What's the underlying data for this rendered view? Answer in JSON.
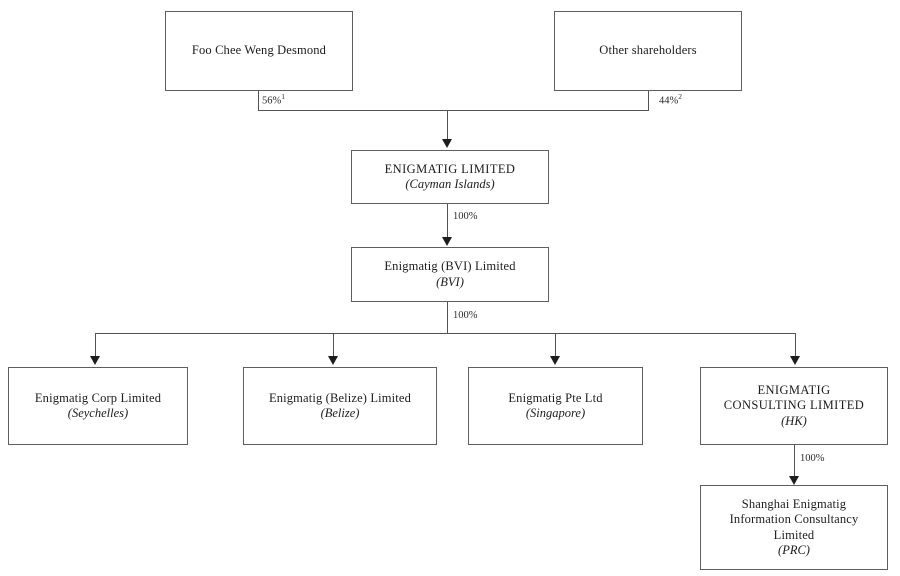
{
  "diagram": {
    "title": "Enigmatig group corporate structure chart",
    "line_color": "#4e5357",
    "box_border_color": "#5a5f63",
    "background": "#ffffff"
  },
  "nodes": {
    "shareholder_individual": {
      "name": "Foo Chee Weng Desmond",
      "jurisdiction": ""
    },
    "shareholder_other": {
      "name": "Other shareholders",
      "jurisdiction": ""
    },
    "parent": {
      "name": "ENIGMATIG LIMITED",
      "jurisdiction": "(Cayman Islands)"
    },
    "bvi": {
      "name": "Enigmatig (BVI) Limited",
      "jurisdiction": "(BVI)"
    },
    "seychelles": {
      "name": "Enigmatig Corp Limited",
      "jurisdiction": "(Seychelles)"
    },
    "belize": {
      "name": "Enigmatig (Belize) Limited",
      "jurisdiction": "(Belize)"
    },
    "singapore": {
      "name": "Enigmatig Pte Ltd",
      "jurisdiction": "(Singapore)"
    },
    "hongkong": {
      "name_line1": "ENIGMATIG",
      "name_line2": "CONSULTING LIMITED",
      "jurisdiction": "(HK)"
    },
    "prc": {
      "name_line1": "Shanghai Enigmatig",
      "name_line2": "Information Consultancy",
      "name_line3": "Limited",
      "jurisdiction": "(PRC)"
    }
  },
  "edges": {
    "individual_to_parent": {
      "percent": "56%",
      "footnote": "1"
    },
    "other_to_parent": {
      "percent": "44%",
      "footnote": "2"
    },
    "parent_to_bvi": {
      "percent": "100%"
    },
    "bvi_to_subsidiaries": {
      "percent": "100%"
    },
    "hk_to_prc": {
      "percent": "100%"
    }
  }
}
